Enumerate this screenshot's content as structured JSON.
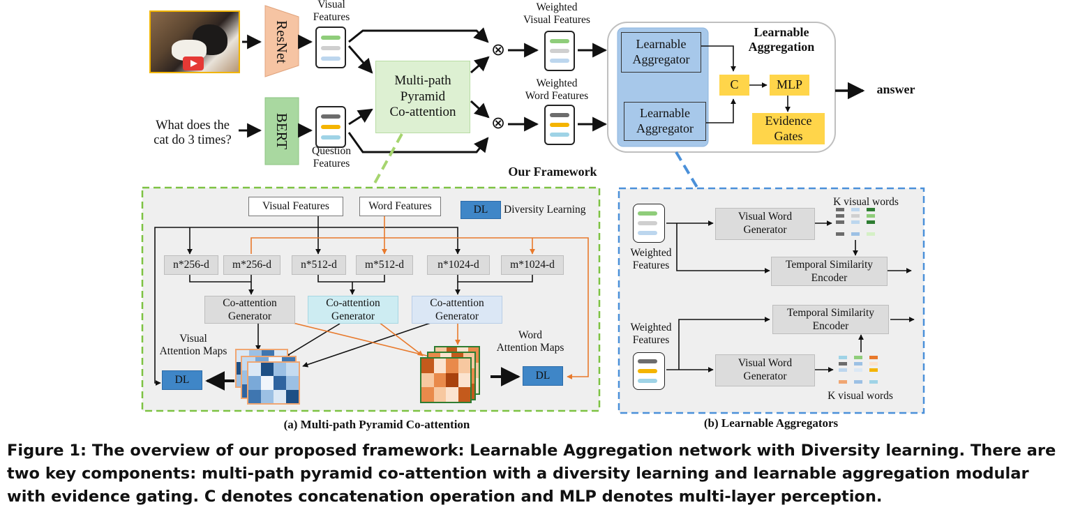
{
  "top": {
    "resnet": "ResNet",
    "bert": "BERT",
    "visual_features": "Visual\nFeatures",
    "question_text": "What does the\ncat do 3 times?",
    "question_features": "Question\nFeatures",
    "mppc": "Multi-path\nPyramid\nCo-attention",
    "otimes": "⊗",
    "weighted_visual": "Weighted\nVisual Features",
    "weighted_word": "Weighted\nWord Features",
    "learnable_aggregator": "Learnable\nAggregator",
    "la_title": "Learnable\nAggregation",
    "c": "C",
    "mlp": "MLP",
    "evidence_gates": "Evidence\nGates",
    "answer": "answer",
    "our_framework": "Our Framework"
  },
  "panel_a": {
    "visual_features": "Visual Features",
    "word_features": "Word Features",
    "dl": "DL",
    "diversity_learning": "Diversity Learning",
    "dims": [
      "n*256-d",
      "m*256-d",
      "n*512-d",
      "m*512-d",
      "n*1024-d",
      "m*1024-d"
    ],
    "co_attention": "Co-attention\nGenerator",
    "visual_maps": "Visual\nAttention Maps",
    "word_maps": "Word\nAttention Maps",
    "caption": "(a) Multi-path Pyramid Co-attention"
  },
  "panel_b": {
    "weighted_features": "Weighted\nFeatures",
    "visual_word_generator": "Visual Word\nGenerator",
    "k_visual_words": "K visual words",
    "temporal": "Temporal Similarity\nEncoder",
    "caption": "(b) Learnable Aggregators"
  },
  "caption": "Figure 1: The overview of our proposed framework: Learnable Aggregation network with Diversity learning. There are two key components: multi-path pyramid co-attention with a diversity learning and learnable aggregation modular with evidence gating. C denotes concatenation operation and MLP denotes multi-layer perception.",
  "colors": {
    "orange_arrow": "#e8792b",
    "blue_dashed": "#4a90d9",
    "green_dashed": "#7dc242",
    "dl_blue": "#3f86c7",
    "gate_yellow": "#ffd54a",
    "bert_green": "#a9d8a0",
    "resnet_orange": "#f6c4a3"
  }
}
